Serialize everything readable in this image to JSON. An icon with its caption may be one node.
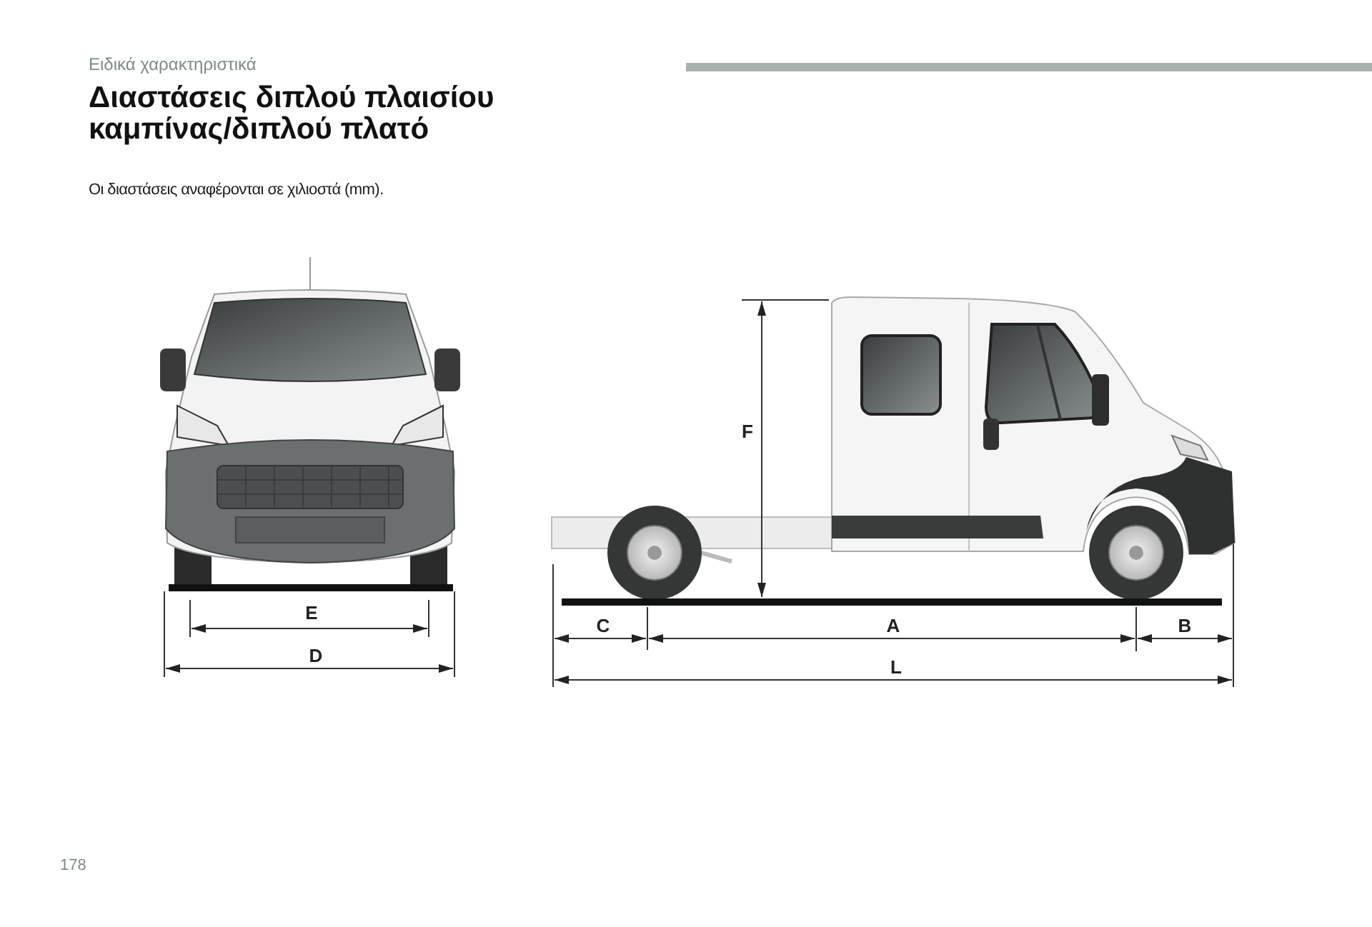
{
  "diagram": {
    "title": "Διαστάσεις διπλού πλαισίου καμπίνας/διπλού πλατό",
    "labels": [
      "Ειδικά χαρακτηριστικά",
      "Οι διαστάσεις αναφέρονται σε χιλιοστά (mm).",
      "F",
      "E",
      "C",
      "A",
      "B",
      "D",
      "L",
      "178"
    ]
  }
}
